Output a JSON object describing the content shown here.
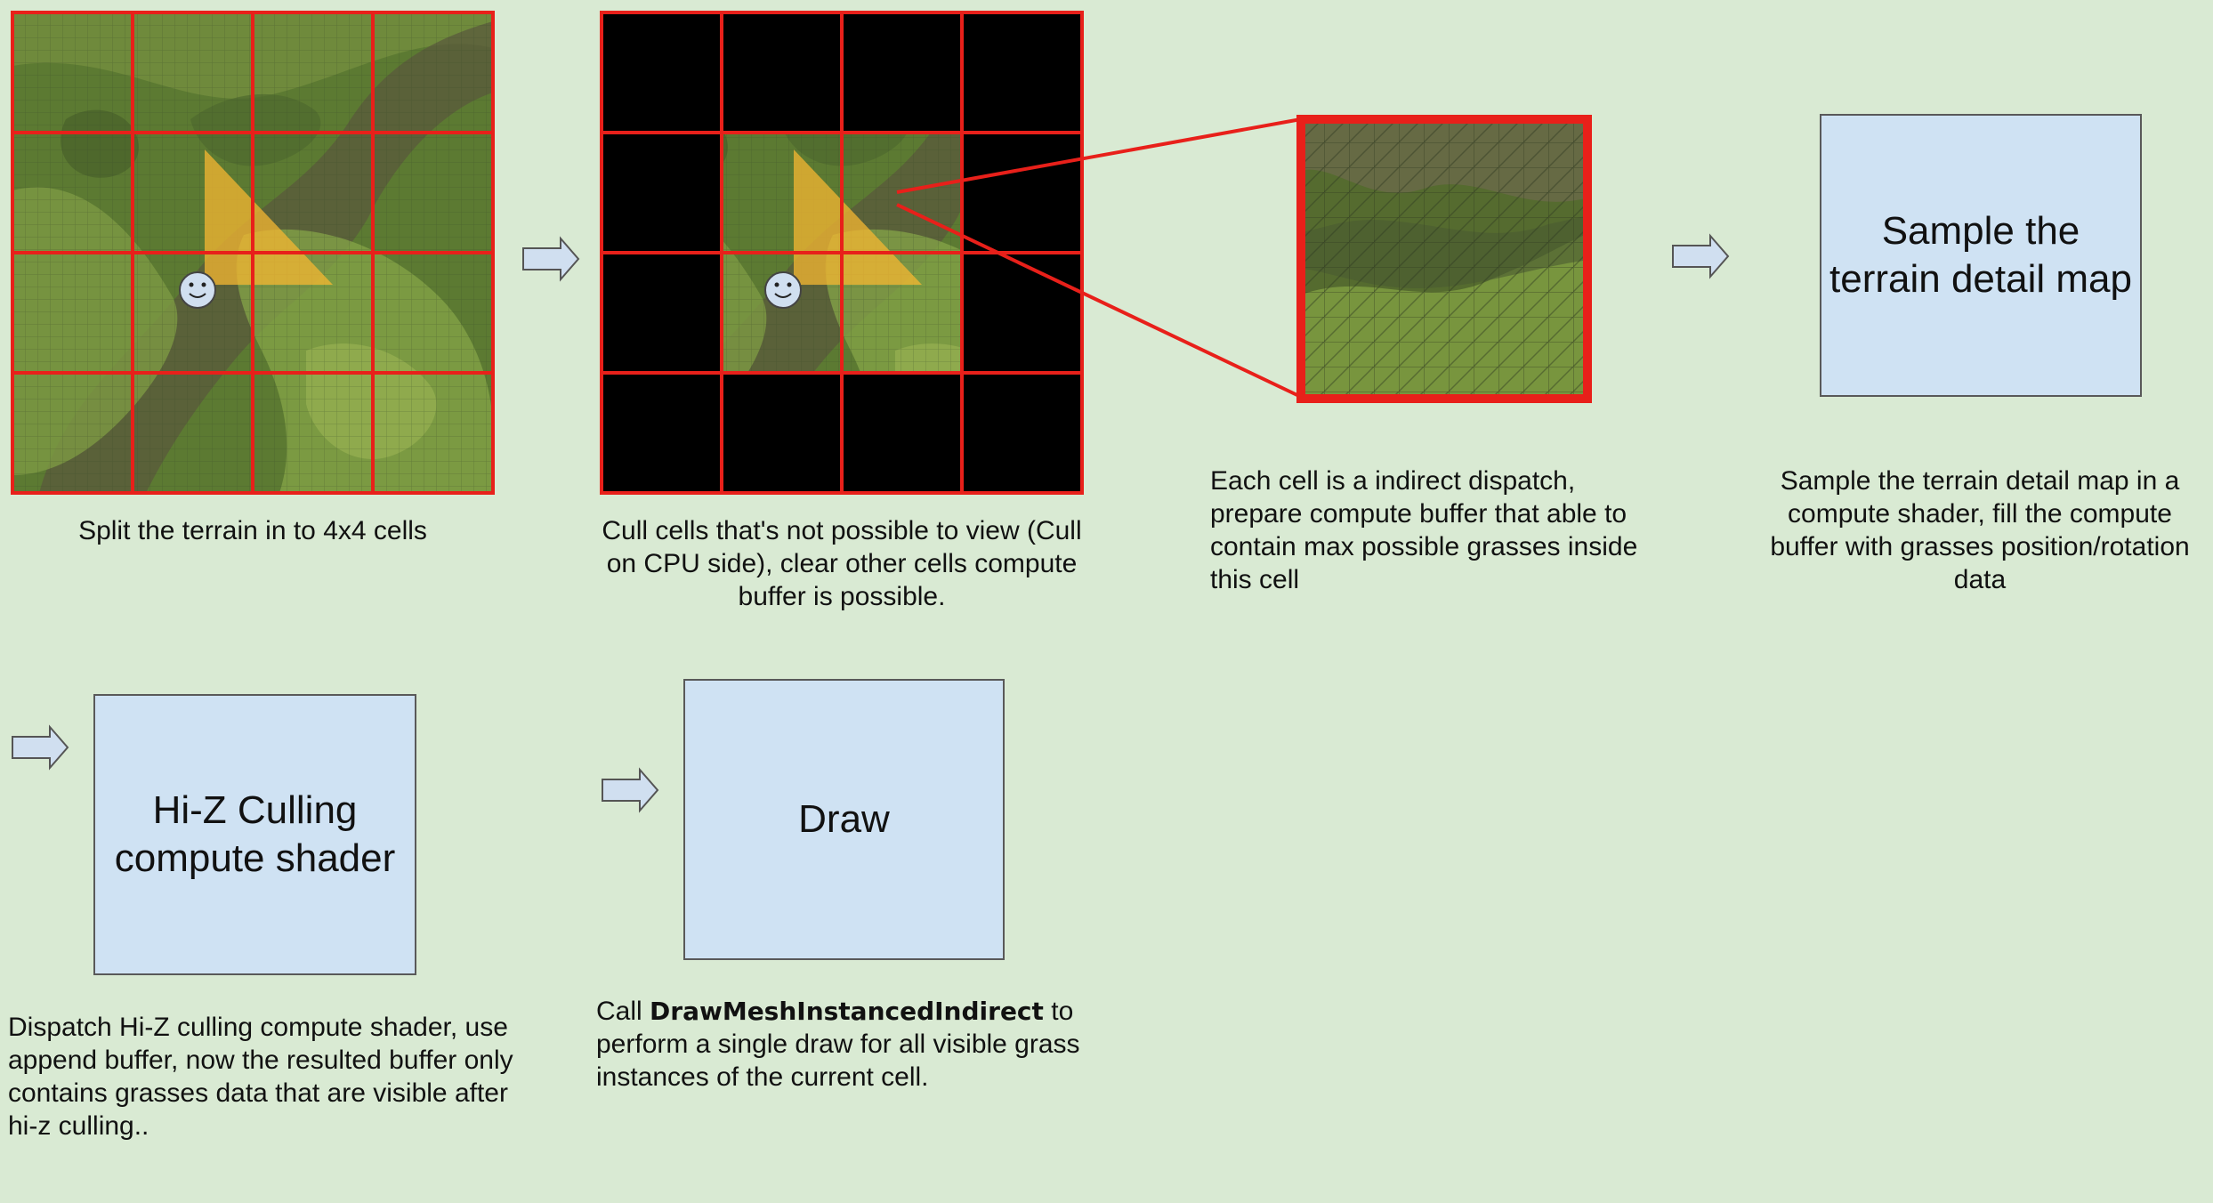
{
  "steps": [
    {
      "caption": "Split the terrain in to 4x4 cells"
    },
    {
      "caption": "Cull cells that's not possible to view (Cull on CPU side), clear other cells compute buffer is possible."
    },
    {
      "caption": "Each cell is a indirect dispatch, prepare compute buffer that able to contain max possible grasses inside this cell"
    },
    {
      "box": "Sample the terrain detail map",
      "caption": "Sample the terrain detail map in a compute shader, fill the compute buffer with grasses position/rotation data"
    },
    {
      "box": "Hi-Z Culling compute shader",
      "caption": "Dispatch Hi-Z culling compute shader, use append buffer, now the resulted buffer only contains grasses data that are visible after hi-z culling.."
    },
    {
      "box": "Draw",
      "caption_prefix": "Call ",
      "caption_bold": "DrawMeshInstancedIndirect",
      "caption_suffix": " to perform a single draw for all visible grass instances of the current cell."
    }
  ],
  "colors": {
    "background": "#d9ead3",
    "grid": "#e8201a",
    "box_fill": "#cfe2f3",
    "arrow_fill": "#d0dff0",
    "frustum": "#f5b731"
  }
}
